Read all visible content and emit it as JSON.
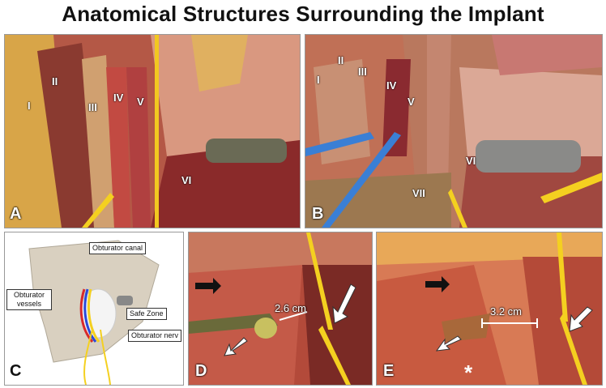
{
  "title": "Anatomical Structures Surrounding the Implant",
  "panels": {
    "a": {
      "label": "A",
      "roman": [
        "I",
        "II",
        "III",
        "IV",
        "V",
        "VI"
      ]
    },
    "b": {
      "label": "B",
      "roman": [
        "I",
        "II",
        "III",
        "IV",
        "V",
        "VI",
        "VII"
      ]
    },
    "c": {
      "label": "C",
      "callouts": {
        "canal": "Obturator canal",
        "vessels": "Obturator vessels",
        "safe": "Safe Zone",
        "nerve": "Obturator nerv"
      }
    },
    "d": {
      "label": "D",
      "distance": "2.6 cm"
    },
    "e": {
      "label": "E",
      "distance": "3.2 cm",
      "star": "*"
    }
  },
  "colors": {
    "muscle": "#a4443a",
    "fat": "#e2b24a",
    "tissue": "#d98a78",
    "nerve": "#f4d020",
    "clip": "#3a7fd5"
  }
}
